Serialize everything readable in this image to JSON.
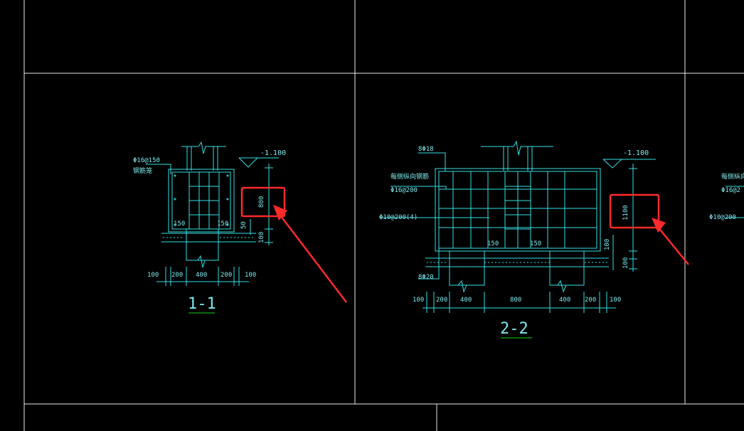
{
  "colors": {
    "background": "#000000",
    "frame": "#e8e8e8",
    "drawing": "#33e0e6",
    "text": "#7fe9ee",
    "title_underline": "#17d417",
    "highlight": "#ff2a2a"
  },
  "section_1_1": {
    "title": "1-1",
    "elevation": "-1.100",
    "rebar_note": "Φ16@150",
    "rebar_note_2": "钢筋笼",
    "height_dim": "800",
    "dim_50": "50",
    "dim_100": "100",
    "inner_150_left": "150",
    "inner_150_right": "150",
    "bottom_dims": [
      "100",
      "200",
      "400",
      "200",
      "100"
    ]
  },
  "section_2_2": {
    "title": "2-2",
    "elevation": "-1.100",
    "top_rebar": "8Φ18",
    "side_note": "每侧纵向钢筋",
    "side_rebar": "Φ16@200",
    "stirrup": "Φ10@200(4)",
    "bottom_rebar": "8Φ20",
    "height_dim": "1100",
    "dim_100a": "100",
    "dim_100b": "100",
    "inner_150_left": "150",
    "inner_150_right": "150",
    "bottom_dims": [
      "100",
      "200",
      "400",
      "800",
      "400",
      "200",
      "100"
    ]
  },
  "section_partial": {
    "side_note": "每侧纵向",
    "side_rebar": "Φ16@2",
    "stirrup": "Φ10@200"
  }
}
